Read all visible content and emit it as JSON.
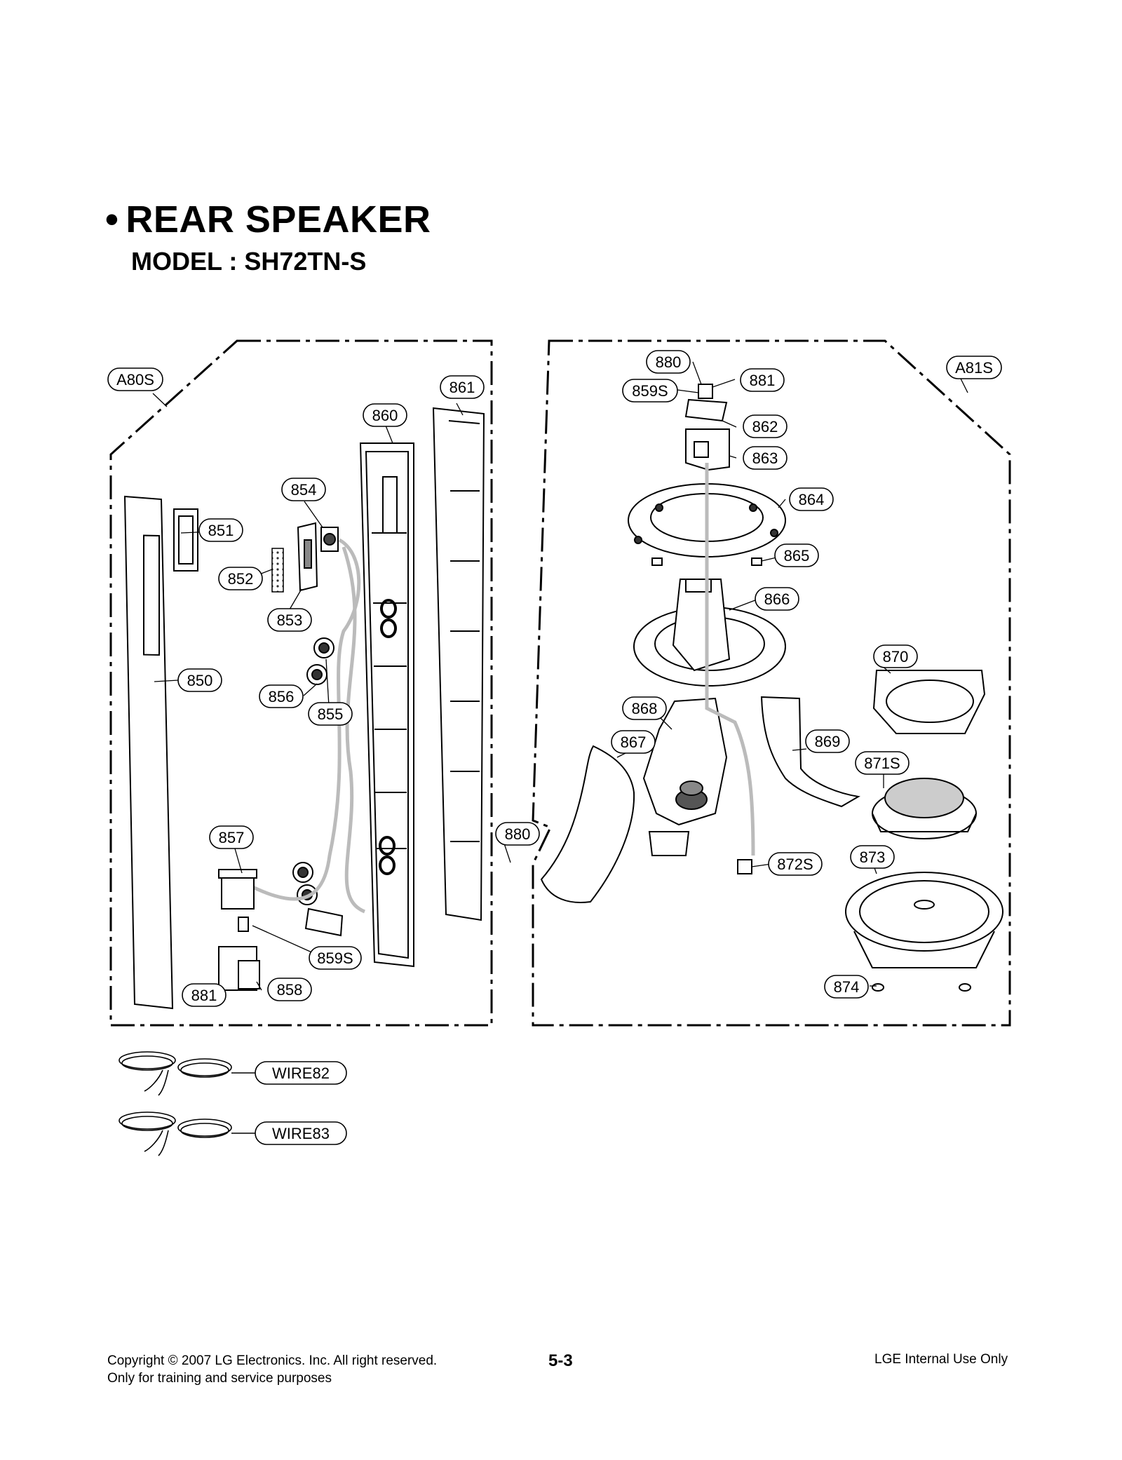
{
  "header": {
    "bullet": "•",
    "title": "REAR SPEAKER",
    "model": "MODEL : SH72TN-S"
  },
  "labels": {
    "a80s": "A80S",
    "a81s": "A81S",
    "p850": "850",
    "p851": "851",
    "p852": "852",
    "p853": "853",
    "p854": "854",
    "p855": "855",
    "p856": "856",
    "p857": "857",
    "p858": "858",
    "p859s_left": "859S",
    "p860": "860",
    "p861": "861",
    "p880_left": "880",
    "p881_left": "881",
    "p880_right": "880",
    "p859s_right": "859S",
    "p881_right": "881",
    "p862": "862",
    "p863": "863",
    "p864": "864",
    "p865": "865",
    "p866": "866",
    "p867": "867",
    "p868": "868",
    "p869": "869",
    "p870": "870",
    "p871s": "871S",
    "p872s": "872S",
    "p873": "873",
    "p874": "874",
    "wire82": "WIRE82",
    "wire83": "WIRE83"
  },
  "footer": {
    "copyright": "Copyright © 2007 LG Electronics. Inc. All right reserved.",
    "purpose": "Only for training and service purposes",
    "page": "5-3",
    "internal": "LGE Internal Use Only"
  }
}
